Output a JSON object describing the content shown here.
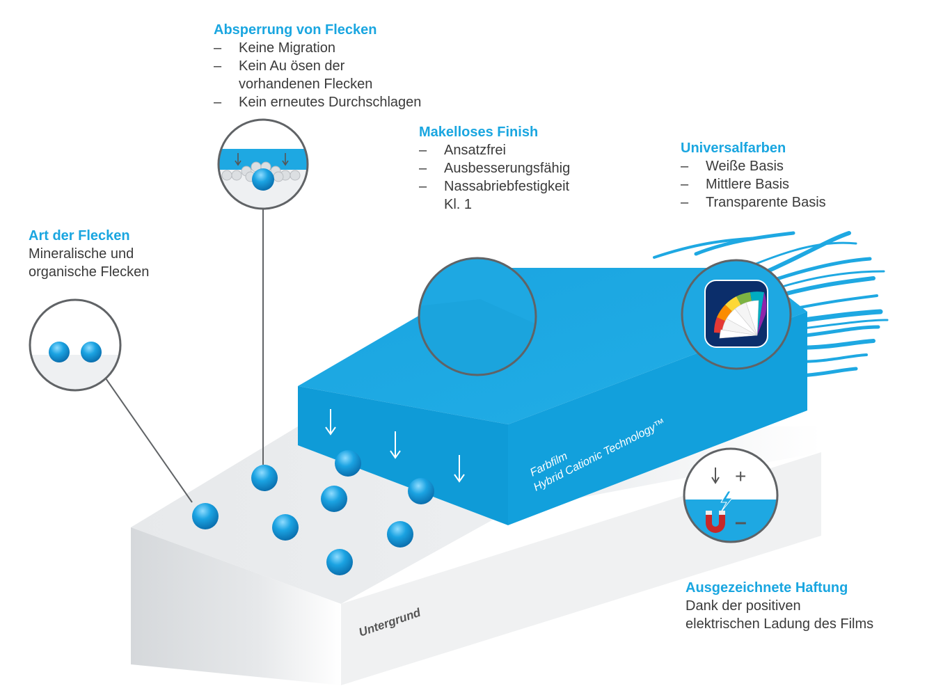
{
  "labels": {
    "absperrung": {
      "title": "Absperrung von Flecken",
      "items": [
        "Keine Migration",
        "Kein Au ösen der\nvorhandenen Flecken",
        "Kein erneutes Durchschlagen"
      ]
    },
    "finish": {
      "title": "Makelloses Finish",
      "items": [
        "Ansatzfrei",
        "Ausbesserungsfähig",
        "Nassabriebfestigkeit\nKl. 1"
      ]
    },
    "universal": {
      "title": "Universalfarben",
      "items": [
        "Weiße Basis",
        "Mittlere Basis",
        "Transparente Basis"
      ]
    },
    "art": {
      "title": "Art der Flecken",
      "lines": [
        "Mineralische und",
        "organische Flecken"
      ]
    },
    "haftung": {
      "title": "Ausgezeichnete Haftung",
      "lines": [
        "Dank der positiven",
        "elektrischen Ladung des Films"
      ]
    }
  },
  "layers": {
    "film_line1": "Farbfilm",
    "film_line2": "Hybrid Cationic Technology™",
    "substrate": "Untergrund"
  },
  "symbols": {
    "dash": "–",
    "plus": "+",
    "minus": "–"
  },
  "colors": {
    "accent": "#1aa6e0",
    "film_top": "#1ea8e2",
    "film_front": "#0f9bd7",
    "substrate_top": "#eceef0",
    "substrate_front": "#d7dadd",
    "callout_ring": "#606366",
    "text": "#3a3a3a"
  },
  "icons": [
    "color-fan-icon",
    "magnet-icon",
    "lightning-icon",
    "arrow-down-icon"
  ]
}
